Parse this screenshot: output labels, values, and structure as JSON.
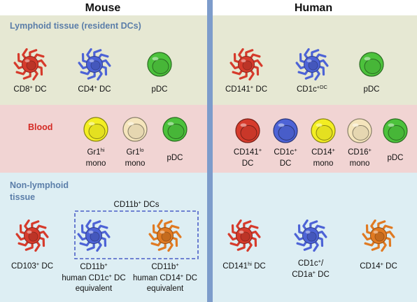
{
  "headers": {
    "mouse": "Mouse",
    "human": "Human"
  },
  "colors": {
    "band_lymphoid": "#e6e8d3",
    "band_blood": "#f1d4d3",
    "band_nonlymphoid": "#ddeef3",
    "divider": "#7d9ccb",
    "title_lymphoid": "#5b7ea9",
    "title_blood": "#d42a24",
    "title_nonlymphoid": "#5b7ea9",
    "red": "#d63b2c",
    "blue": "#4d63d6",
    "green": "#4cc23c",
    "yellow": "#f3ee22",
    "beige": "#f5e5bc",
    "orange": "#e07a22",
    "box_border": "#4b5fc8"
  },
  "sections": {
    "lymphoid": {
      "title": "Lymphoid tissue (resident DCs)"
    },
    "blood": {
      "title": "Blood"
    },
    "nonlymphoid": {
      "title_lines": [
        "Non-lymphoid",
        "tissue"
      ]
    }
  },
  "group_box": {
    "label": "CD11b^+ DCs"
  },
  "cells": [
    {
      "id": "mouse-cd8-dc",
      "shape": "dendritic",
      "color": "red",
      "label_lines": [
        "CD8^+ DC"
      ]
    },
    {
      "id": "mouse-cd4-dc",
      "shape": "dendritic",
      "color": "blue",
      "label_lines": [
        "CD4^+ DC"
      ]
    },
    {
      "id": "mouse-pdc-lymphoid",
      "shape": "round",
      "color": "green",
      "label_lines": [
        "pDC"
      ]
    },
    {
      "id": "human-cd141-dc",
      "shape": "dendritic",
      "color": "red",
      "label_lines": [
        "CD141^+ DC"
      ]
    },
    {
      "id": "human-cd1c-dc",
      "shape": "dendritic",
      "color": "blue",
      "label_lines": [
        "CD1c^+DC"
      ]
    },
    {
      "id": "human-pdc-lymphoid",
      "shape": "round",
      "color": "green",
      "label_lines": [
        "pDC"
      ]
    },
    {
      "id": "mouse-gr1hi-mono",
      "shape": "round",
      "color": "yellow",
      "label_lines": [
        "Gr1^hi",
        "mono"
      ]
    },
    {
      "id": "mouse-gr1lo-mono",
      "shape": "round",
      "color": "beige",
      "label_lines": [
        "Gr1^lo",
        "mono"
      ]
    },
    {
      "id": "mouse-pdc-blood",
      "shape": "round",
      "color": "green",
      "label_lines": [
        "pDC"
      ]
    },
    {
      "id": "human-cd141-dc-blood",
      "shape": "round",
      "color": "red",
      "label_lines": [
        "CD141^+",
        "DC"
      ]
    },
    {
      "id": "human-cd1c-dc-blood",
      "shape": "round",
      "color": "blue",
      "label_lines": [
        "CD1c^+",
        "DC"
      ]
    },
    {
      "id": "human-cd14-mono",
      "shape": "round",
      "color": "yellow",
      "label_lines": [
        "CD14^+",
        "mono"
      ]
    },
    {
      "id": "human-cd16-mono",
      "shape": "round",
      "color": "beige",
      "label_lines": [
        "CD16^+",
        "mono"
      ]
    },
    {
      "id": "human-pdc-blood",
      "shape": "round",
      "color": "green",
      "label_lines": [
        "pDC"
      ]
    },
    {
      "id": "mouse-cd103-dc",
      "shape": "dendritic",
      "color": "red",
      "label_lines": [
        "CD103^+ DC"
      ]
    },
    {
      "id": "mouse-cd11b-cd1c-equiv",
      "shape": "dendritic",
      "color": "blue",
      "label_lines": [
        "CD11b^+",
        "human CD1c^+ DC",
        "equivalent"
      ]
    },
    {
      "id": "mouse-cd11b-cd14-equiv",
      "shape": "dendritic",
      "color": "orange",
      "label_lines": [
        "CD11b^+",
        "human CD14^+ DC",
        "equivalent"
      ]
    },
    {
      "id": "human-cd141hi-dc",
      "shape": "dendritic",
      "color": "red",
      "label_lines": [
        "CD141^hi DC"
      ]
    },
    {
      "id": "human-cd1c-cd1a-dc",
      "shape": "dendritic",
      "color": "blue",
      "label_lines": [
        "CD1c^+/",
        "CD1a^+ DC"
      ]
    },
    {
      "id": "human-cd14-dc",
      "shape": "dendritic",
      "color": "orange",
      "label_lines": [
        "CD14^+ DC"
      ]
    }
  ]
}
